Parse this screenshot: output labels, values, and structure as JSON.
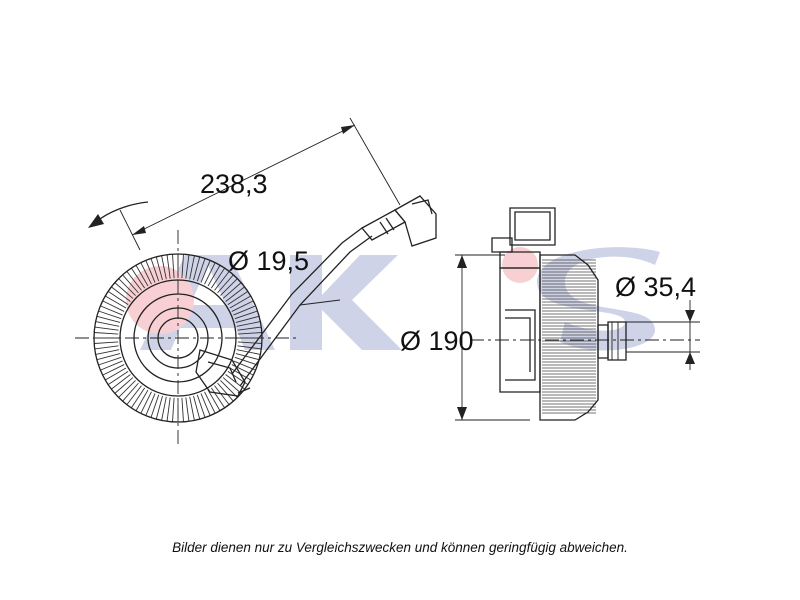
{
  "dimensions": {
    "length": "238,3",
    "hose_diameter": "Ø 19,5",
    "fan_diameter": "Ø 190",
    "hub_diameter": "Ø 35,4"
  },
  "watermark": {
    "text": "AKS",
    "color": "#1e2a8a",
    "accent": "#e0303a"
  },
  "caption": "Bilder dienen nur zu Vergleichszwecken und können geringfügig abweichen.",
  "colors": {
    "line": "#222222",
    "accent_red": "#d8283a",
    "watermark_blue": "#2b3a9a"
  }
}
